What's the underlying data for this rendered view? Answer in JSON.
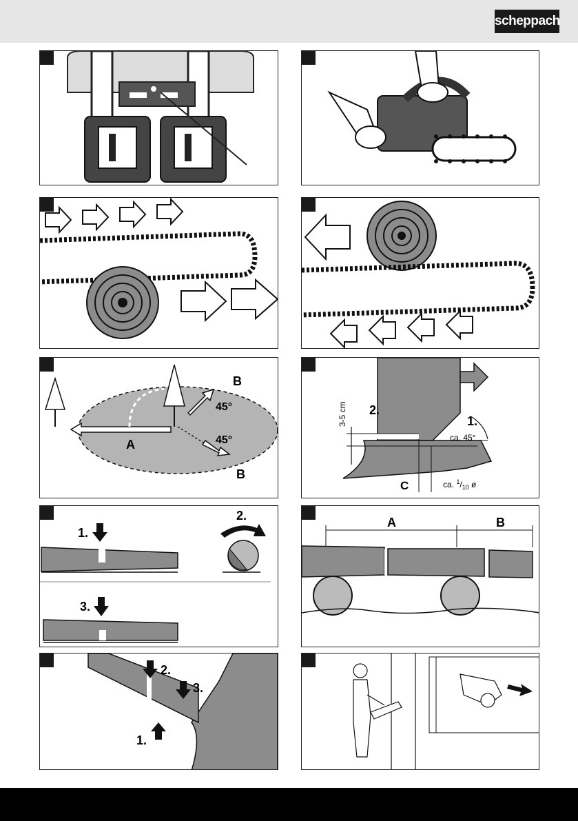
{
  "header": {
    "logo_text": "scheppach"
  },
  "panels": {
    "p5": {
      "label_B_top": "B",
      "label_B_bottom": "B",
      "label_A": "A",
      "angle_top": "45°",
      "angle_bottom": "45°"
    },
    "p6": {
      "step1": "1.",
      "step2": "2.",
      "dim_height": "3-5 cm",
      "angle": "ca. 45°",
      "label_C": "C",
      "depth_prefix": "ca. ",
      "depth_num": "1",
      "depth_den": "10",
      "depth_sym": " ø"
    },
    "p7": {
      "step1": "1.",
      "step2": "2.",
      "step3": "3."
    },
    "p8": {
      "label_A": "A",
      "label_B": "B"
    },
    "p9": {
      "step1": "1.",
      "step2": "2.",
      "step3": "3."
    }
  },
  "colors": {
    "wood": "#8c8c8c",
    "ground": "#b4b4b4",
    "dark": "#1a1a1a"
  }
}
